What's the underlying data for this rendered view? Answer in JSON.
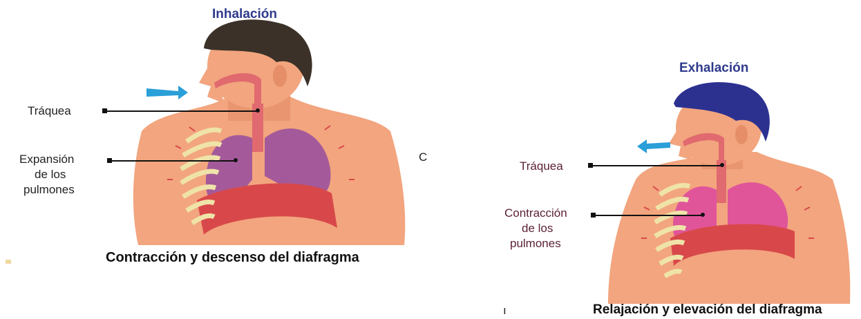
{
  "inhalation": {
    "title": "Inhalación",
    "trachea_label": "Tráquea",
    "lungs_label": [
      "Expansión",
      "de los",
      "pulmones"
    ],
    "caption": "Contracción y descenso del diafragma",
    "stray_text": "C"
  },
  "exhalation": {
    "title": "Exhalación",
    "trachea_label": "Tráquea",
    "lungs_label": [
      "Contracción",
      "de los",
      "pulmones"
    ],
    "caption": "Relajación y elevación del diafragma",
    "stray_text": "ı"
  },
  "colors": {
    "title": "#2e3a8c",
    "skin": "#f2a57e",
    "hair_left": "#3b3128",
    "hair_right": "#2c3190",
    "lung_left": "#a45a9a",
    "lung_right": "#e0559a",
    "diaphragm": "#d8484a",
    "airway": "#e06a6f",
    "ribs": "#efe3a9",
    "arrow": "#2a9fd8"
  }
}
